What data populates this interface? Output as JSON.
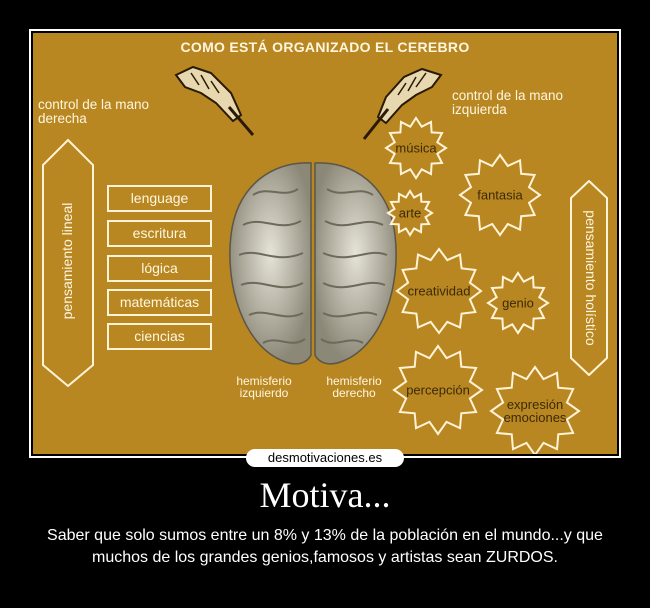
{
  "poster": {
    "title": "COMO ESTÁ ORGANIZADO EL CEREBRO",
    "left_control": "control de la mano\nderecha",
    "right_control": "control de la mano\nizquierda",
    "left_items": [
      "lenguage",
      "escritura",
      "lógica",
      "matemáticas",
      "ciencias"
    ],
    "left_arrow_label": "pensamiento lineal",
    "right_arrow_label": "pensamiento holístico",
    "right_items": [
      "música",
      "fantasia",
      "arte",
      "creatividad",
      "genio",
      "percepción",
      "expresión\nemociones"
    ],
    "hemisphere_left": "hemisferio\nizquierdo",
    "hemisphere_right": "hemisferio\nderecho"
  },
  "watermark": "desmotivaciones.es",
  "heading": "Motiva...",
  "caption": "Saber que solo sumos entre un 8% y 13% de la población en el mundo...y que muchos de los grandes genios,famosos y artistas sean ZURDOS.",
  "colors": {
    "poster_bg": "#b98721",
    "star_fill": "#b98721",
    "line": "#fff3d8"
  }
}
